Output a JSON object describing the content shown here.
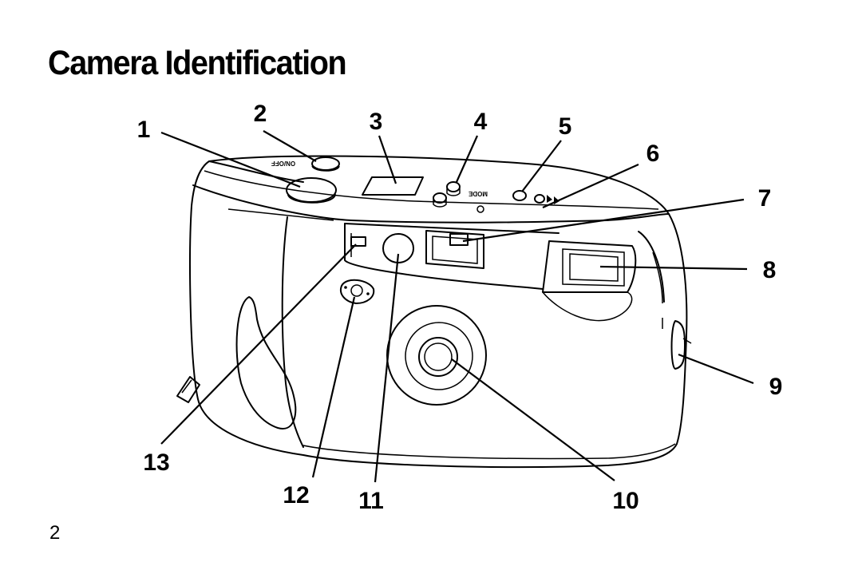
{
  "page": {
    "title": "Camera Identification",
    "page_number": "2"
  },
  "camera": {
    "dial_text": "ON/OFF",
    "mode_text": "MODE"
  },
  "callouts": [
    {
      "id": "1",
      "label": "1"
    },
    {
      "id": "2",
      "label": "2"
    },
    {
      "id": "3",
      "label": "3"
    },
    {
      "id": "4",
      "label": "4"
    },
    {
      "id": "5",
      "label": "5"
    },
    {
      "id": "6",
      "label": "6"
    },
    {
      "id": "7",
      "label": "7"
    },
    {
      "id": "8",
      "label": "8"
    },
    {
      "id": "9",
      "label": "9"
    },
    {
      "id": "10",
      "label": "10"
    },
    {
      "id": "11",
      "label": "11"
    },
    {
      "id": "12",
      "label": "12"
    },
    {
      "id": "13",
      "label": "13"
    }
  ]
}
